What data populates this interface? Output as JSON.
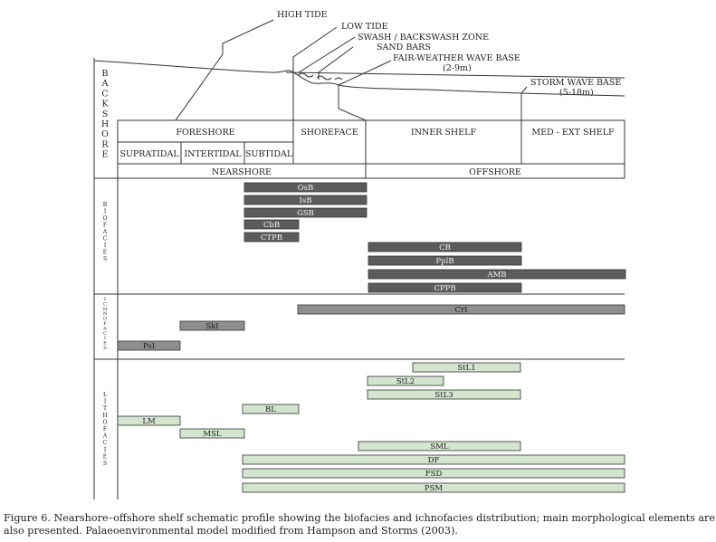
{
  "profile_labels": {
    "high_tide": "HIGH TIDE",
    "low_tide": "LOW TIDE",
    "swash_zone": "SWASH / BACKSWASH ZONE",
    "sand_bars": "SAND BARS",
    "fair_weather_wave_base": "FAIR-WEATHER WAVE BASE",
    "fair_weather_depth": "(2-9m)",
    "storm_wave_base": "STORM WAVE BASE",
    "storm_depth": "(5-18m)"
  },
  "zones": {
    "backshore": "BACKSHORE",
    "foreshore": "FORESHORE",
    "shoreface": "SHOREFACE",
    "inner_shelf": "INNER SHELF",
    "med_ext_shelf": "MED - EXT SHELF",
    "supratidal": "SUPRATIDAL",
    "intertidal": "INTERTIDAL",
    "subtidal": "SUBTIDAL",
    "nearshore": "NEARSHORE",
    "offshore": "OFFSHORE"
  },
  "sections": {
    "biofacies": "BIOFACIES",
    "ichnofacies": "ICHNOFACIES",
    "lithofacies": "LITHOFACIES"
  },
  "colors": {
    "biofacies": "#5c5c5c",
    "ichnofacies": "#8e8e8e",
    "lithofacies": "#d3e4cf",
    "line": "#333333"
  },
  "biofacies_bars": [
    "OsB",
    "IsB",
    "GSB",
    "CbB",
    "CTPB",
    "CB",
    "PplB",
    "AMB",
    "CPPB"
  ],
  "ichnofacies_bars": [
    "CrI",
    "SkI",
    "PsI"
  ],
  "lithofacies_bars": [
    "StL1",
    "StL2",
    "StL3",
    "BL",
    "LM",
    "MSL",
    "SML",
    "DF",
    "FSD",
    "PSM"
  ],
  "caption": "Figure 6. Nearshore–offshore shelf schematic profile showing the biofacies and ichnofacies distribution; main morphological elements are also presented. Palaeoenvironmental model modified from Hampson and Storms (2003)."
}
